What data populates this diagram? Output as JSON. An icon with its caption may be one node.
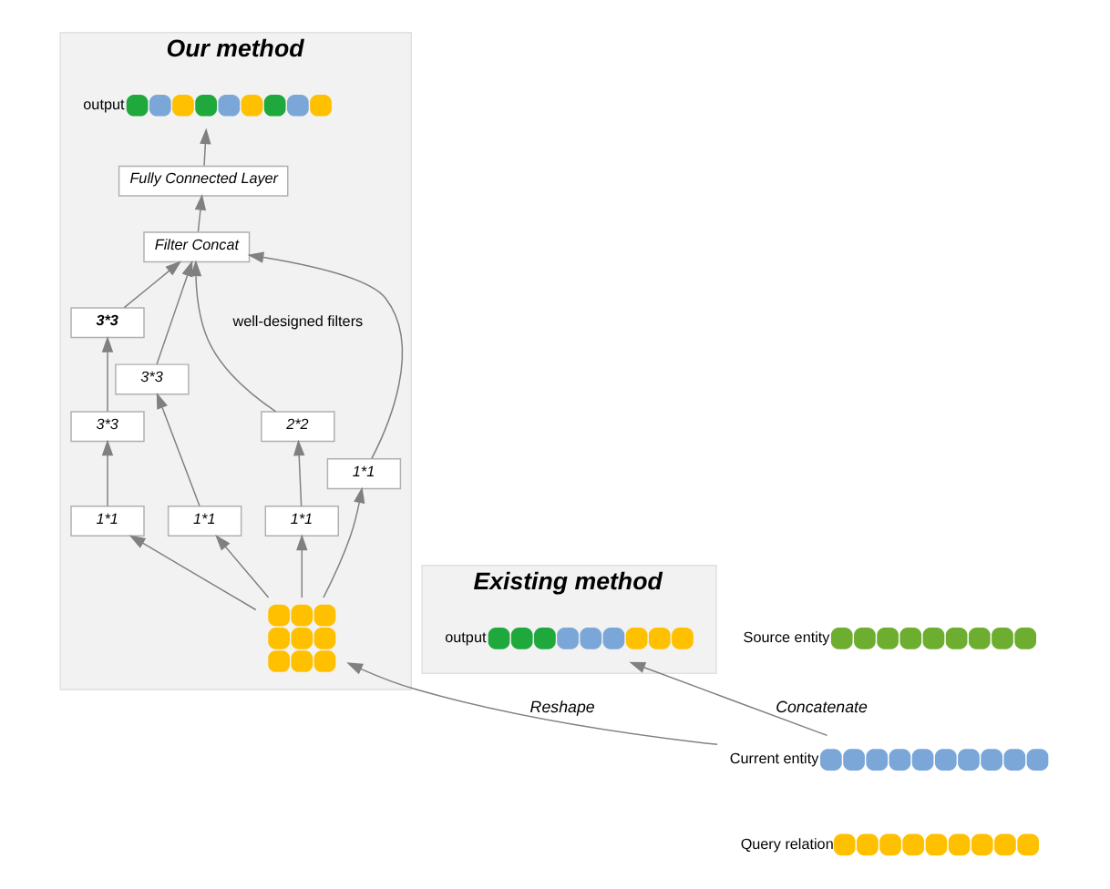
{
  "diagram": {
    "nodes": [
      {
        "text": [
          "Our method"
        ]
      },
      {
        "text": [],
        "shape": "circle",
        "in": 0,
        "beside": [
          "output"
        ]
      },
      {
        "text": [
          "Fully Connected Layer"
        ],
        "in": 0
      },
      {
        "text": [
          "Filter Concat"
        ],
        "in": 0
      },
      {
        "text": [
          "3*3"
        ],
        "in": 0
      },
      {
        "text": [
          "3*3"
        ],
        "in": 0
      },
      {
        "text": [
          "3*3"
        ],
        "in": 0
      },
      {
        "text": [
          "2*2"
        ],
        "in": 0
      },
      {
        "text": [
          "1*1"
        ],
        "in": 0
      },
      {
        "text": [
          "1*1"
        ],
        "in": 0
      },
      {
        "text": [
          "1*1"
        ],
        "in": 0
      },
      {
        "text": [
          "1*1"
        ],
        "in": 0
      },
      {
        "text": [],
        "shape": "circle",
        "in": 0
      },
      {
        "text": [
          "Existing method"
        ]
      },
      {
        "text": [],
        "shape": "circle",
        "in": 13,
        "beside": [
          "output"
        ]
      },
      {
        "text": [],
        "shape": "circle",
        "beside": [
          "Source entity"
        ]
      },
      {
        "text": [],
        "shape": "circle",
        "beside": [
          "Current entity"
        ]
      },
      {
        "text": [],
        "shape": "circle",
        "beside": [
          "Query relation"
        ]
      }
    ],
    "edges": [
      {
        "from": 2,
        "to": 1,
        "arrow": "to"
      },
      {
        "from": 3,
        "to": 2,
        "arrow": "to"
      },
      {
        "from": 4,
        "to": 3,
        "arrow": "to"
      },
      {
        "from": 6,
        "to": 3,
        "arrow": "to"
      },
      {
        "from": 7,
        "to": 3,
        "arrow": "to"
      },
      {
        "from": 11,
        "to": 3,
        "arrow": "to"
      },
      {
        "from": 5,
        "to": 4,
        "arrow": "to"
      },
      {
        "from": 8,
        "to": 5,
        "arrow": "to"
      },
      {
        "from": 9,
        "to": 6,
        "arrow": "to"
      },
      {
        "from": 10,
        "to": 7,
        "arrow": "to"
      },
      {
        "from": 12,
        "to": 8,
        "arrow": "to"
      },
      {
        "from": 12,
        "to": 9,
        "arrow": "to"
      },
      {
        "from": 12,
        "to": 10,
        "arrow": "to"
      },
      {
        "from": 12,
        "to": 11,
        "arrow": "to"
      },
      {
        "from": 16,
        "to": 12,
        "arrow": "to",
        "label": "Reshape"
      },
      {
        "from": 16,
        "to": 14,
        "arrow": "to",
        "label": "Concatenate"
      }
    ],
    "labels": [
      "well-designed filters"
    ]
  }
}
